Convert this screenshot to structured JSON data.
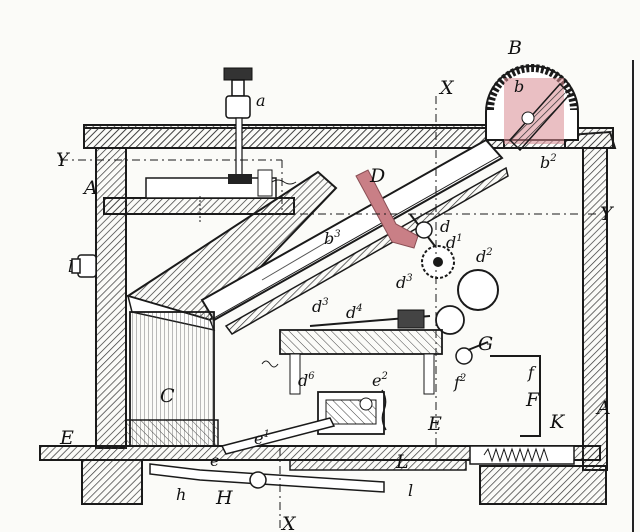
{
  "figure": {
    "labels": {
      "a": "a",
      "A_left": "A",
      "A_right": "A",
      "B": "B",
      "b": "b",
      "b2_base": "b",
      "b2_sup": "2",
      "b3_base": "b",
      "b3_sup": "3",
      "C": "C",
      "D": "D",
      "d": "d",
      "d1_base": "d",
      "d1_sup": "1",
      "d2_base": "d",
      "d2_sup": "2",
      "d3a_base": "d",
      "d3a_sup": "3",
      "d3b_base": "d",
      "d3b_sup": "3",
      "d4_base": "d",
      "d4_sup": "4",
      "d6_base": "d",
      "d6_sup": "6",
      "E_left": "E",
      "E_right": "E",
      "e": "e",
      "e1_base": "e",
      "e1_sup": "1",
      "e2_base": "e",
      "e2_sup": "2",
      "F": "F",
      "f": "f",
      "f2_base": "f",
      "f2_sup": "2",
      "G": "G",
      "H": "H",
      "h": "h",
      "K": "K",
      "l_side": "l",
      "L": "L",
      "l_bottom": "l",
      "X_top": "X",
      "X_bottom": "X",
      "Y_left": "Y",
      "Y_right": "Y"
    },
    "colors": {
      "ink": "#1a1a1a",
      "hatch": "#333333",
      "highlight": "#c97f86",
      "paper": "#fbfbf8"
    }
  }
}
